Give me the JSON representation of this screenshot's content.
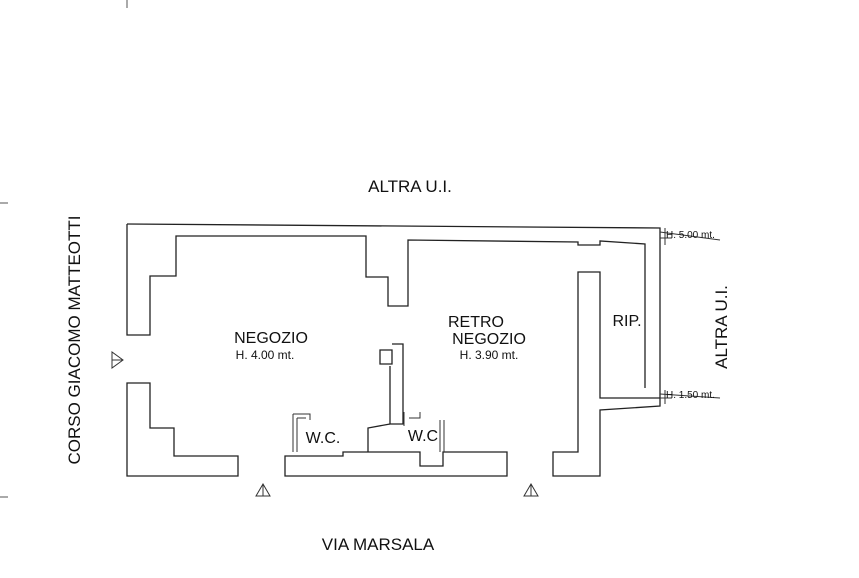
{
  "labels": {
    "north": "ALTRA U.I.",
    "east": "ALTRA U.I.",
    "west": "CORSO GIACOMO MATTEOTTI",
    "south": "VIA MARSALA"
  },
  "rooms": {
    "negozio": {
      "name": "NEGOZIO",
      "height": "H. 4.00 mt."
    },
    "retro": {
      "name_line1": "RETRO",
      "name_line2": "NEGOZIO",
      "height": "H. 3.90 mt."
    },
    "rip": {
      "name": "RIP."
    },
    "wc_left": {
      "name": "W.C."
    },
    "wc_right": {
      "name": "W.C"
    }
  },
  "elevations": {
    "top": "H. 5.00 mt.",
    "bottom": "H. 1.50 mt."
  },
  "icons": [
    "entrance-triangle-icon"
  ]
}
